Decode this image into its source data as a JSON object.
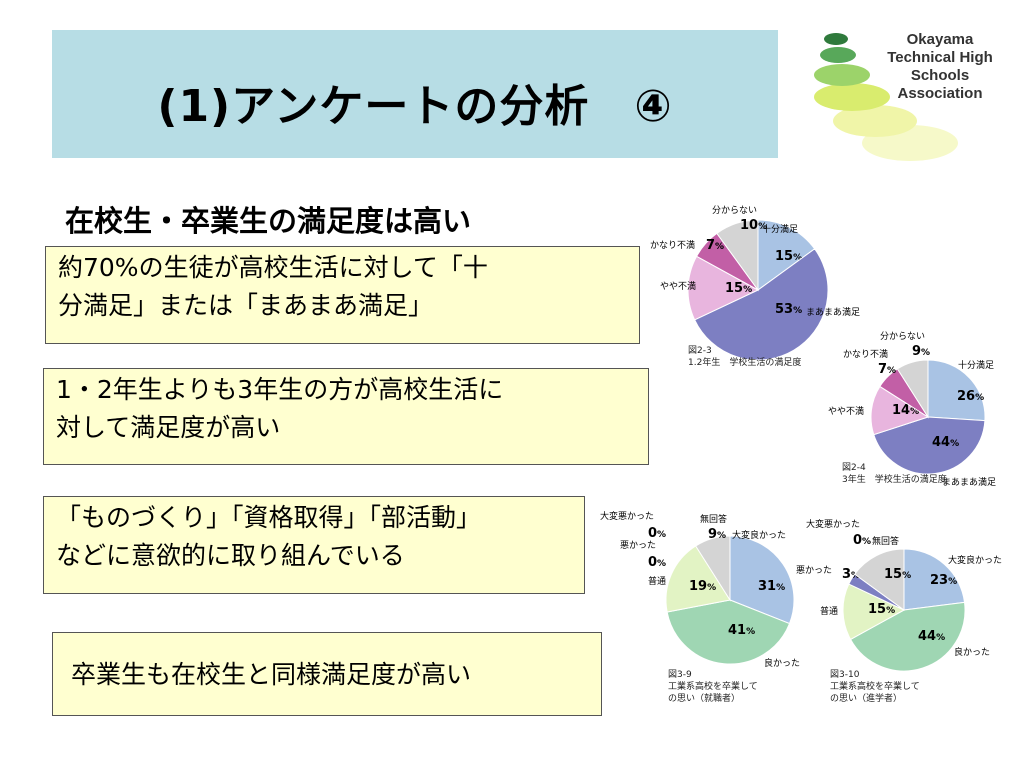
{
  "title": "(1)アンケートの分析　④",
  "logo": {
    "line1": "Okayama",
    "line2": "Technical High Schools",
    "line3": "Association"
  },
  "subheading": "在校生・卒業生の満足度は高い",
  "boxes": {
    "b1l1": "約70%の生徒が高校生活に対して「十",
    "b1l2": "分満足」または「まあまあ満足」",
    "b2l1": "1・2年生よりも3年生の方が高校生活に",
    "b2l2": "対して満足度が高い",
    "b3l1": "「ものづくり」「資格取得」「部活動」",
    "b3l2": "などに意欲的に取り組んでいる",
    "b4": "卒業生も在校生と同様満足度が高い"
  },
  "colors": {
    "blue": "#a9c3e4",
    "purple": "#7d7fc2",
    "pink": "#e8b5de",
    "magenta": "#c25fa6",
    "gray": "#d4d4d4",
    "green": "#9fd6b3",
    "lightgreen": "#e2f3c4",
    "titleband": "#b7dde5",
    "box": "#ffffd0"
  },
  "chart_data": [
    {
      "type": "pie",
      "caption_l1": "図2-3",
      "caption_l2": "1.2年生　学校生活の満足度",
      "slices": [
        {
          "label": "十分満足",
          "value": 15,
          "pct": "15",
          "color": "#a9c3e4"
        },
        {
          "label": "まあまあ満足",
          "value": 53,
          "pct": "53",
          "color": "#7d7fc2"
        },
        {
          "label": "やや不満",
          "value": 15,
          "pct": "15",
          "color": "#e8b5de"
        },
        {
          "label": "かなり不満",
          "value": 7,
          "pct": "7",
          "color": "#c25fa6"
        },
        {
          "label": "分からない",
          "value": 10,
          "pct": "10",
          "color": "#d4d4d4"
        }
      ]
    },
    {
      "type": "pie",
      "caption_l1": "図2-4",
      "caption_l2": "3年生　学校生活の満足度",
      "slices": [
        {
          "label": "十分満足",
          "value": 26,
          "pct": "26",
          "color": "#a9c3e4"
        },
        {
          "label": "まあまあ満足",
          "value": 44,
          "pct": "44",
          "color": "#7d7fc2"
        },
        {
          "label": "やや不満",
          "value": 14,
          "pct": "14",
          "color": "#e8b5de"
        },
        {
          "label": "かなり不満",
          "value": 7,
          "pct": "7",
          "color": "#c25fa6"
        },
        {
          "label": "分からない",
          "value": 9,
          "pct": "9",
          "color": "#d4d4d4"
        }
      ]
    },
    {
      "type": "pie",
      "caption_l1": "図3-9",
      "caption_l2": "工業系高校を卒業して",
      "caption_l3": "の思い（就職者）",
      "slices": [
        {
          "label": "大変良かった",
          "value": 31,
          "pct": "31",
          "color": "#a9c3e4"
        },
        {
          "label": "良かった",
          "value": 41,
          "pct": "41",
          "color": "#9fd6b3"
        },
        {
          "label": "普通",
          "value": 19,
          "pct": "19",
          "color": "#e2f3c4"
        },
        {
          "label": "悪かった",
          "value": 0,
          "pct": "0",
          "color": "#7d7fc2"
        },
        {
          "label": "大変悪かった",
          "value": 0,
          "pct": "0",
          "color": "#c25fa6"
        },
        {
          "label": "無回答",
          "value": 9,
          "pct": "9",
          "color": "#d4d4d4"
        }
      ]
    },
    {
      "type": "pie",
      "caption_l1": "図3-10",
      "caption_l2": "工業系高校を卒業して",
      "caption_l3": "の思い（進学者）",
      "slices": [
        {
          "label": "大変良かった",
          "value": 23,
          "pct": "23",
          "color": "#a9c3e4"
        },
        {
          "label": "良かった",
          "value": 44,
          "pct": "44",
          "color": "#9fd6b3"
        },
        {
          "label": "普通",
          "value": 15,
          "pct": "15",
          "color": "#e2f3c4"
        },
        {
          "label": "悪かった",
          "value": 3,
          "pct": "3",
          "color": "#7d7fc2"
        },
        {
          "label": "大変悪かった",
          "value": 0,
          "pct": "0",
          "color": "#c25fa6"
        },
        {
          "label": "無回答",
          "value": 15,
          "pct": "15",
          "color": "#d4d4d4"
        }
      ]
    }
  ]
}
